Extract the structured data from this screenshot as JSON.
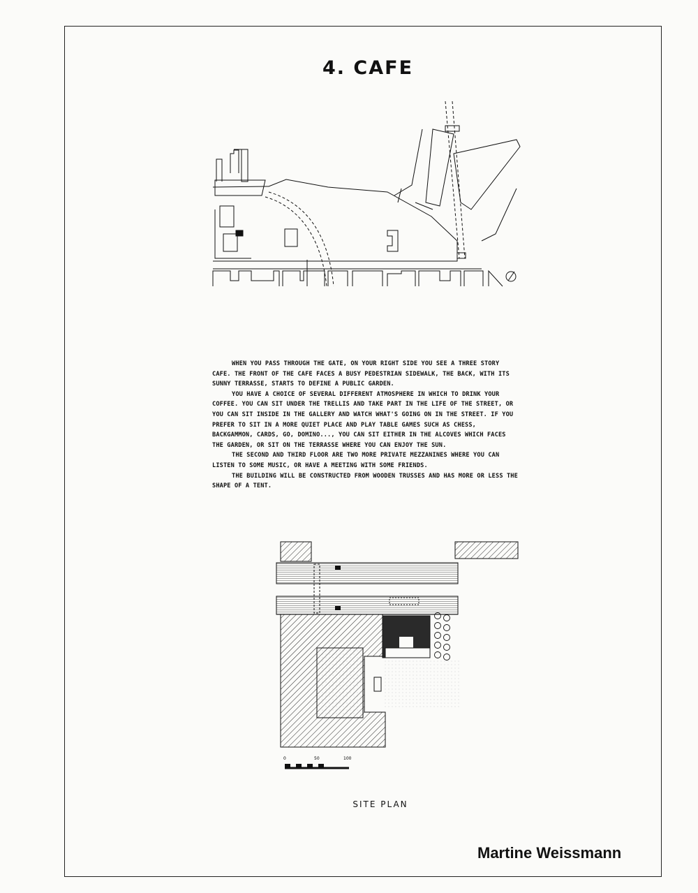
{
  "title": "4. CAFE",
  "paragraphs": [
    "When you pass through the gate, on your right side you see a three story cafe.  The front of the cafe faces a busy pedestrian sidewalk, the back, with its sunny terrasse, starts to define a public garden.",
    "You have a choice of several different atmosphere in which to drink your coffee.  You can sit under the trellis and take part in the life of the street, or you can sit inside in the gallery and watch what's going on in the street.  If you prefer to sit in a more quiet place and play table games such as chess, backgammon, cards, go, domino..., you can sit either in the alcoves which faces the garden, or sit on the terrasse where you can enjoy the sun.",
    "The second and third floor are two more private mezzanines where you can listen to some music, or have a meeting with some friends.",
    "The building will be constructed from wooden trusses and has more or less the shape of a tent."
  ],
  "scale": {
    "labels": [
      "0",
      "50",
      "100"
    ]
  },
  "caption": "SITE PLAN",
  "author": "Martine Weissmann",
  "colors": {
    "ink": "#111111",
    "paper": "#fbfbf9"
  }
}
